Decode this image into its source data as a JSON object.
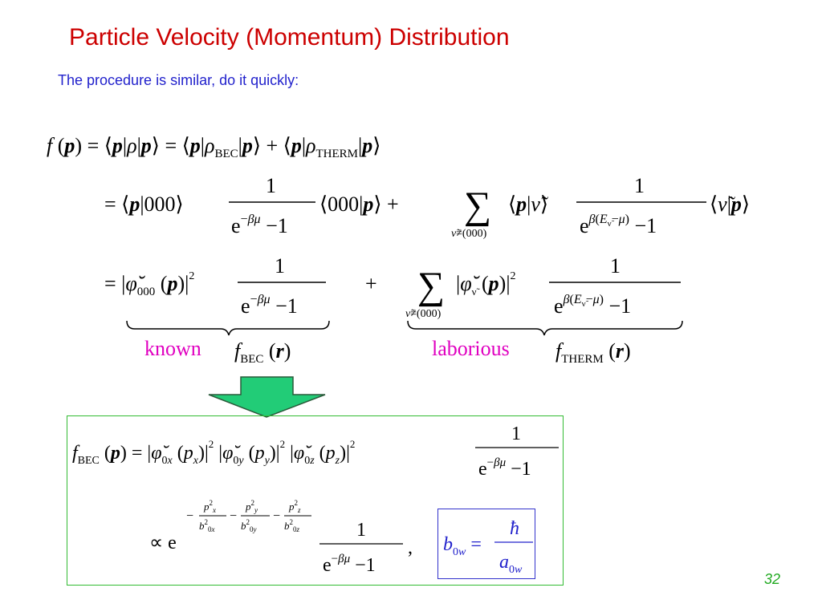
{
  "slide": {
    "title": "Particle Velocity (Momentum) Distribution",
    "subtitle": "The procedure is similar, do it quickly:",
    "page_number": "32"
  },
  "labels": {
    "known": "known",
    "laborious": "laborious"
  },
  "colors": {
    "title": "#cc0000",
    "subtitle": "#2222cc",
    "label": "#e000c0",
    "box_border": "#33bb33",
    "arrow_fill": "#22cc77",
    "inner_box": "#3333cc",
    "page_number": "#22aa22"
  }
}
